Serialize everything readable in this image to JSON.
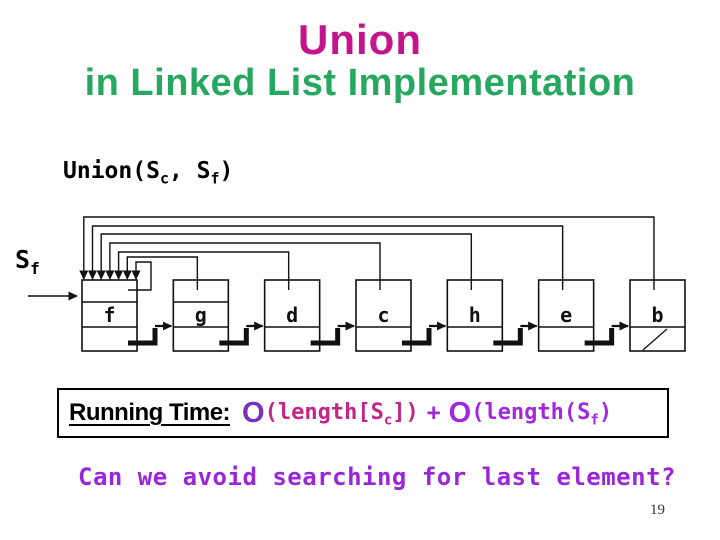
{
  "slide": {
    "title_line1": "Union",
    "title_line2": "in Linked List Implementation",
    "page_number": "19",
    "colors": {
      "title_magenta": "#C4148C",
      "subtitle_green": "#27A860",
      "big_o_violet": "#7B2FBE",
      "term1_magenta": "#C42688",
      "term2_purple": "#A228DE",
      "question_purple": "#9B26D9",
      "diagram_ink": "#111111"
    }
  },
  "code_header": {
    "prefix": "Union(S",
    "sub1": "c",
    "mid": ", S",
    "sub2": "f",
    "suffix": ")"
  },
  "diagram": {
    "set_label": {
      "base": "S",
      "sub": "f"
    },
    "nodes": [
      {
        "label": "f"
      },
      {
        "label": "g"
      },
      {
        "label": "d"
      },
      {
        "label": "c"
      },
      {
        "label": "h"
      },
      {
        "label": "e"
      },
      {
        "label": "b"
      }
    ],
    "last_node_null_slash": true
  },
  "running_time": {
    "label": "Running Time:",
    "o1": "O",
    "term1_open": "(length[S",
    "term1_sub": "c",
    "term1_close": "])",
    "plus": "+",
    "o2": "O",
    "term2_open": "(length(S",
    "term2_sub": "f",
    "term2_close": ")"
  },
  "question": "Can we avoid searching for last element?"
}
